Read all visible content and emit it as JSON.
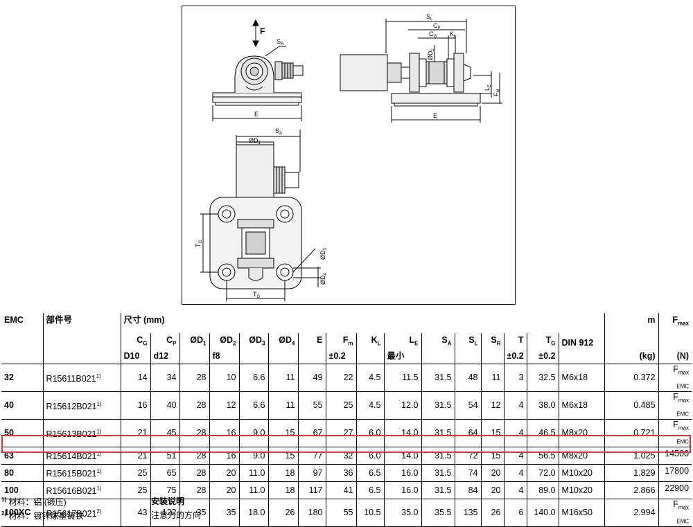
{
  "drawing": {
    "labels": {
      "force": "F",
      "s_r": "S",
      "s_r_sub": "R",
      "e_left": "E",
      "s_l": "S",
      "s_l_sub": "L",
      "c_p": "C",
      "c_p_sub": "P",
      "c_g": "C",
      "c_g_sub": "G",
      "k_l": "K",
      "k_l_sub": "L",
      "d2": "ØD",
      "d2_sub": "2",
      "l_e": "L",
      "l_e_sub": "E",
      "f_m": "F",
      "f_m_sub": "M",
      "e_right": "E",
      "s_a": "S",
      "s_a_sub": "A",
      "d1": "ØD",
      "d1_sub": "1",
      "t_g_left": "T",
      "t_g_left_sub": "G",
      "d3": "ØD",
      "d3_sub": "3",
      "d4": "ØD",
      "d4_sub": "4",
      "t_g_bottom": "T",
      "t_g_bottom_sub": "G"
    }
  },
  "table": {
    "emc_header": "EMC",
    "part_header": "部件号",
    "dims_header": "尺寸 (mm)",
    "mass_header": "m",
    "mass_unit": "(kg)",
    "fmax_header": "F",
    "fmax_header_sub": "max",
    "fmax_unit": "(N)",
    "din_header": "DIN 912",
    "columns": [
      {
        "sym": "C",
        "sub": "G",
        "tol": "D10"
      },
      {
        "sym": "C",
        "sub": "P",
        "tol": "d12"
      },
      {
        "sym": "ØD",
        "sub": "1",
        "tol": ""
      },
      {
        "sym": "ØD",
        "sub": "2",
        "tol": "f8"
      },
      {
        "sym": "ØD",
        "sub": "3",
        "tol": ""
      },
      {
        "sym": "ØD",
        "sub": "4",
        "tol": ""
      },
      {
        "sym": "E",
        "sub": "",
        "tol": ""
      },
      {
        "sym": "F",
        "sub": "m",
        "tol": "±0.2"
      },
      {
        "sym": "K",
        "sub": "L",
        "tol": ""
      },
      {
        "sym": "L",
        "sub": "E",
        "tol": "最小"
      },
      {
        "sym": "S",
        "sub": "A",
        "tol": ""
      },
      {
        "sym": "S",
        "sub": "L",
        "tol": ""
      },
      {
        "sym": "S",
        "sub": "R",
        "tol": ""
      },
      {
        "sym": "T",
        "sub": "",
        "tol": "±0.2"
      },
      {
        "sym": "T",
        "sub": "G",
        "tol": "±0.2"
      }
    ],
    "rows": [
      {
        "emc": "32",
        "part": "R15611B021",
        "note": "1)",
        "vals": [
          "14",
          "34",
          "28",
          "10",
          "6.6",
          "11",
          "49",
          "22",
          "4.5",
          "11.5",
          "31.5",
          "48",
          "11",
          "3",
          "32.5"
        ],
        "din": "M6x18",
        "m": "0.372",
        "fmax": "F",
        "fmax_sub": "max EMC"
      },
      {
        "emc": "40",
        "part": "R15612B021",
        "note": "1)",
        "vals": [
          "16",
          "40",
          "28",
          "12",
          "6.6",
          "11",
          "55",
          "25",
          "4.5",
          "12.0",
          "31.5",
          "54",
          "12",
          "4",
          "38.0"
        ],
        "din": "M6x18",
        "m": "0.485",
        "fmax": "F",
        "fmax_sub": "max EMC"
      },
      {
        "emc": "50",
        "part": "R15613B021",
        "note": "1)",
        "vals": [
          "21",
          "45",
          "28",
          "16",
          "9.0",
          "15",
          "67",
          "27",
          "6.0",
          "14.0",
          "31.5",
          "64",
          "15",
          "4",
          "46.5"
        ],
        "din": "M8x20",
        "m": "0.721",
        "fmax": "F",
        "fmax_sub": "max EMC"
      },
      {
        "emc": "63",
        "part": "R15614B021",
        "note": "1)",
        "vals": [
          "21",
          "51",
          "28",
          "16",
          "9.0",
          "15",
          "77",
          "32",
          "6.0",
          "14.0",
          "31.5",
          "72",
          "15",
          "4",
          "56.5"
        ],
        "din": "M8x20",
        "m": "1.025",
        "fmax": "14500",
        "fmax_sub": ""
      },
      {
        "emc": "80",
        "part": "R15615B021",
        "note": "1)",
        "vals": [
          "25",
          "65",
          "28",
          "20",
          "11.0",
          "18",
          "97",
          "36",
          "6.5",
          "16.0",
          "31.5",
          "74",
          "20",
          "4",
          "72.0"
        ],
        "din": "M10x20",
        "m": "1.829",
        "fmax": "17800",
        "fmax_sub": ""
      },
      {
        "emc": "100",
        "part": "R15616B021",
        "note": "1)",
        "vals": [
          "25",
          "75",
          "28",
          "20",
          "11.0",
          "18",
          "117",
          "41",
          "6.5",
          "16.0",
          "31.5",
          "84",
          "20",
          "4",
          "89.0"
        ],
        "din": "M10x20",
        "m": "2.866",
        "fmax": "22900",
        "fmax_sub": ""
      },
      {
        "emc": "100XC",
        "part": "R15617B021",
        "note": "2)",
        "vals": [
          "43",
          "122",
          "35",
          "35",
          "18.0",
          "26",
          "180",
          "55",
          "10.5",
          "35.0",
          "35.5",
          "135",
          "26",
          "6",
          "140.0"
        ],
        "din": "M16x50",
        "m": "2.994",
        "fmax": "F",
        "fmax_sub": "max EMC"
      }
    ]
  },
  "footnotes": {
    "n1_mark": "1)",
    "n1_text": "材料：铝 (锻压)",
    "n2_mark": "2)",
    "n2_text": "材料：镀锌球墨铸铁",
    "install_title": "安装说明",
    "install_text": "注意力的方向"
  },
  "colors": {
    "highlight": "#e0312f"
  }
}
